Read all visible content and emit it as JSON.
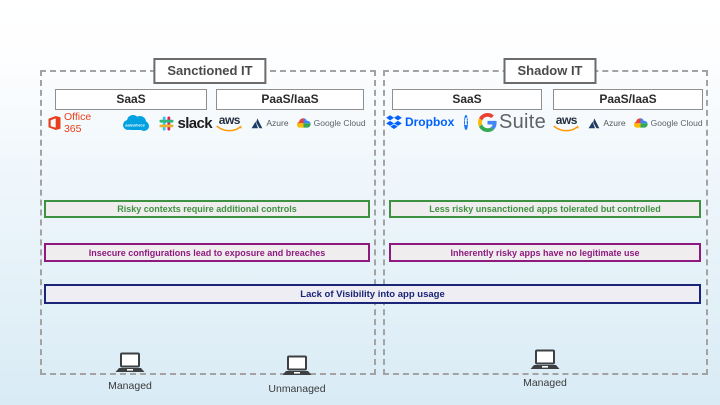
{
  "colors": {
    "green_banner": "#3f9142",
    "purple_banner": "#8e1a80",
    "navy_banner": "#1a2578",
    "dashed_border": "#a3a3a3",
    "office365": "#e8401c",
    "salesforce": "#00a1e0",
    "dropbox": "#0061ff",
    "facebook": "#1877f2",
    "aws_smile": "#ff9900"
  },
  "sections": [
    {
      "title": "Sanctioned IT",
      "groups": [
        {
          "label": "SaaS",
          "apps": [
            "Office 365",
            "Salesforce",
            "Slack"
          ]
        },
        {
          "label": "PaaS/IaaS",
          "apps": [
            "AWS",
            "Azure",
            "Google Cloud"
          ]
        }
      ],
      "banners": [
        {
          "text": "Risky contexts require additional controls",
          "color": "#3f9142"
        },
        {
          "text": "Insecure configurations lead to exposure and breaches",
          "color": "#8e1a80"
        }
      ]
    },
    {
      "title": "Shadow IT",
      "groups": [
        {
          "label": "SaaS",
          "apps": [
            "Dropbox",
            "Facebook",
            "G Suite"
          ]
        },
        {
          "label": "PaaS/IaaS",
          "apps": [
            "AWS",
            "Azure",
            "Google Cloud"
          ]
        }
      ],
      "banners": [
        {
          "text": "Less risky unsanctioned apps tolerated but controlled",
          "color": "#3f9142"
        },
        {
          "text": "Inherently risky apps have no legitimate use",
          "color": "#8e1a80"
        }
      ]
    }
  ],
  "bottom_banner": {
    "text": "Lack of Visibility into app usage",
    "color": "#1a2578"
  },
  "devices": [
    {
      "label": "Managed"
    },
    {
      "label": "Unmanaged"
    },
    {
      "label": "Managed"
    }
  ],
  "logos": {
    "office365_text": "Office 365",
    "salesforce_text": "salesforce",
    "slack_text": "slack",
    "aws_text": "aws",
    "azure_text": "Azure",
    "google_cloud_text": "Google Cloud",
    "dropbox_text": "Dropbox",
    "facebook_f": "f",
    "gsuite_text": "Suite"
  }
}
